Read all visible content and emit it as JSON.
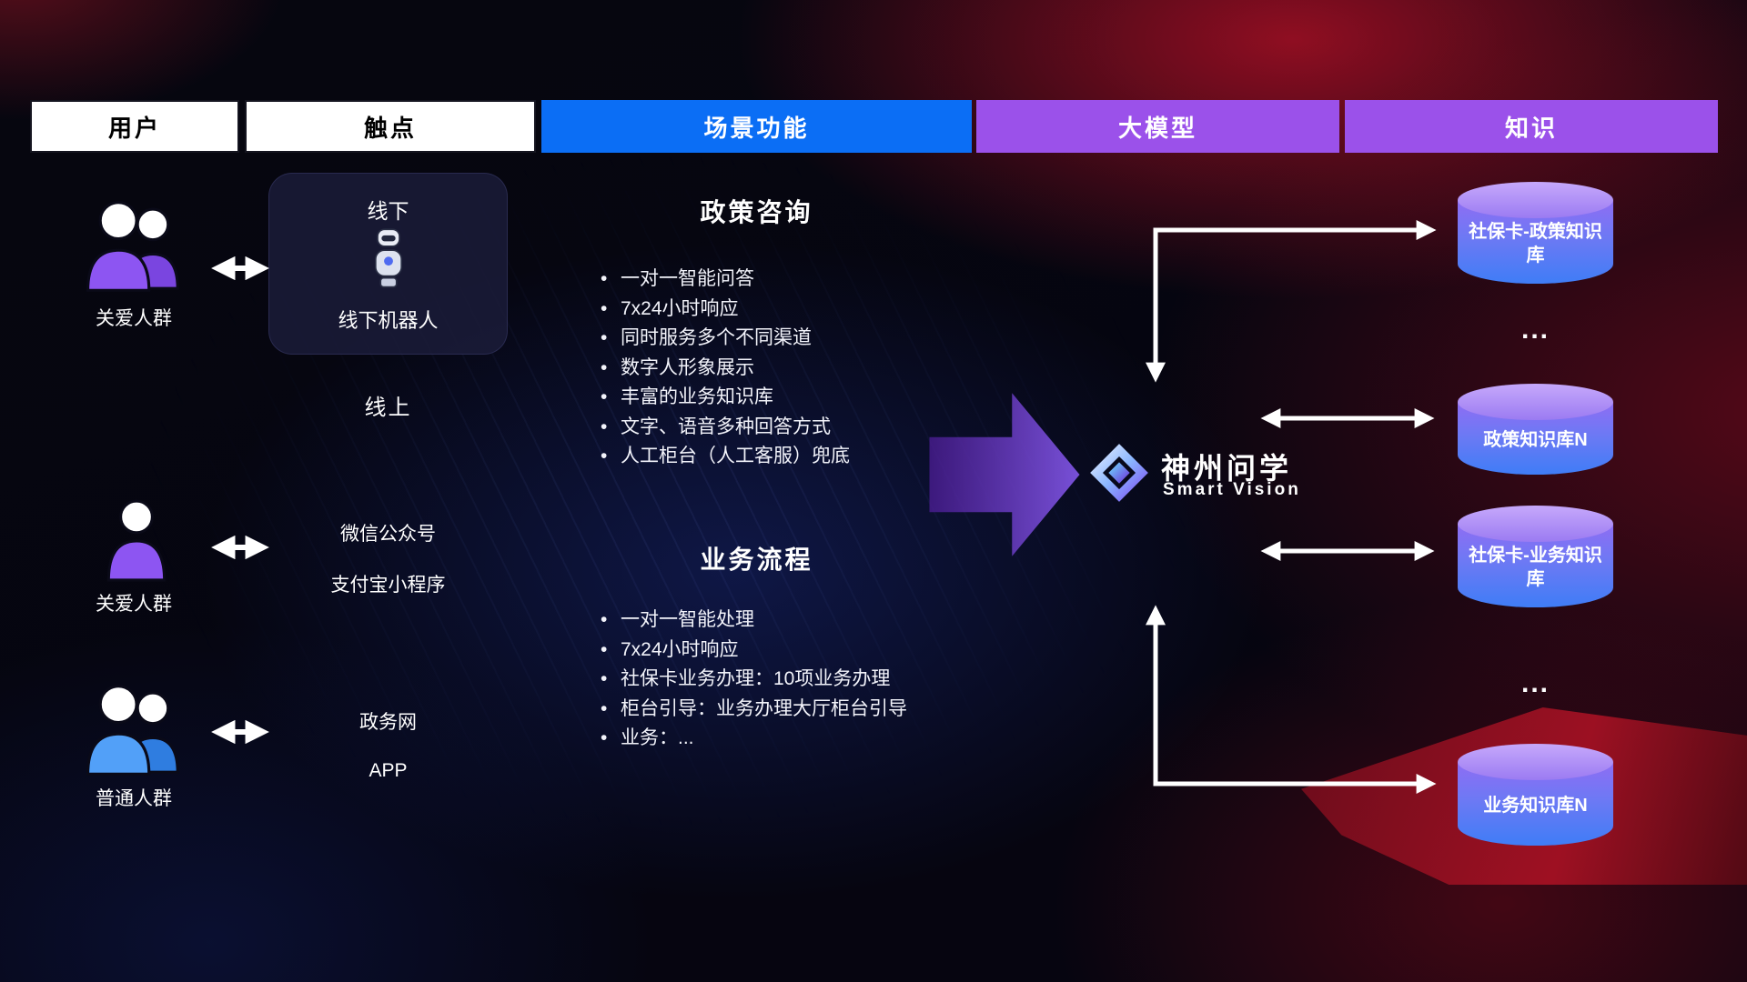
{
  "headers": {
    "users": "用户",
    "touchpoints": "触点",
    "scenarios": "场景功能",
    "model": "大模型",
    "knowledge": "知识"
  },
  "users": {
    "group1_label": "关爱人群",
    "group2_label": "关爱人群",
    "group3_label": "普通人群"
  },
  "touchpoints": {
    "offline_title": "线下",
    "offline_robot_label": "线下机器人",
    "online_title": "线上",
    "wechat": "微信公众号",
    "alipay": "支付宝小程序",
    "gov": "政务网",
    "app": "APP"
  },
  "scenarios": {
    "policy": {
      "title": "政策咨询",
      "items": [
        "一对一智能问答",
        "7x24小时响应",
        "同时服务多个不同渠道",
        "数字人形象展示",
        "丰富的业务知识库",
        "文字、语音多种回答方式",
        "人工柜台（人工客服）兜底"
      ]
    },
    "business": {
      "title": "业务流程",
      "items": [
        "一对一智能处理",
        "7x24小时响应",
        "社保卡业务办理：10项业务办理",
        "柜台引导：业务办理大厅柜台引导",
        "业务：..."
      ]
    }
  },
  "model": {
    "name": "神州问学",
    "subtitle": "Smart Vision"
  },
  "knowledge": {
    "db1": "社保卡-政策知识库",
    "dots1": "...",
    "db2": "政策知识库N",
    "db3": "社保卡-业务知识库",
    "dots2": "...",
    "db4": "业务知识库N"
  },
  "colors": {
    "header_blue": "#0b6ef5",
    "header_purple": "#9b51ea",
    "icon_purple": "#8d55f2",
    "icon_blue": "#52a0f8",
    "db_top": "#c6a8fb",
    "db_bottom": "#3f7df6",
    "block_arrow_purple": "#6d28d9",
    "connector_white": "#ffffff"
  }
}
